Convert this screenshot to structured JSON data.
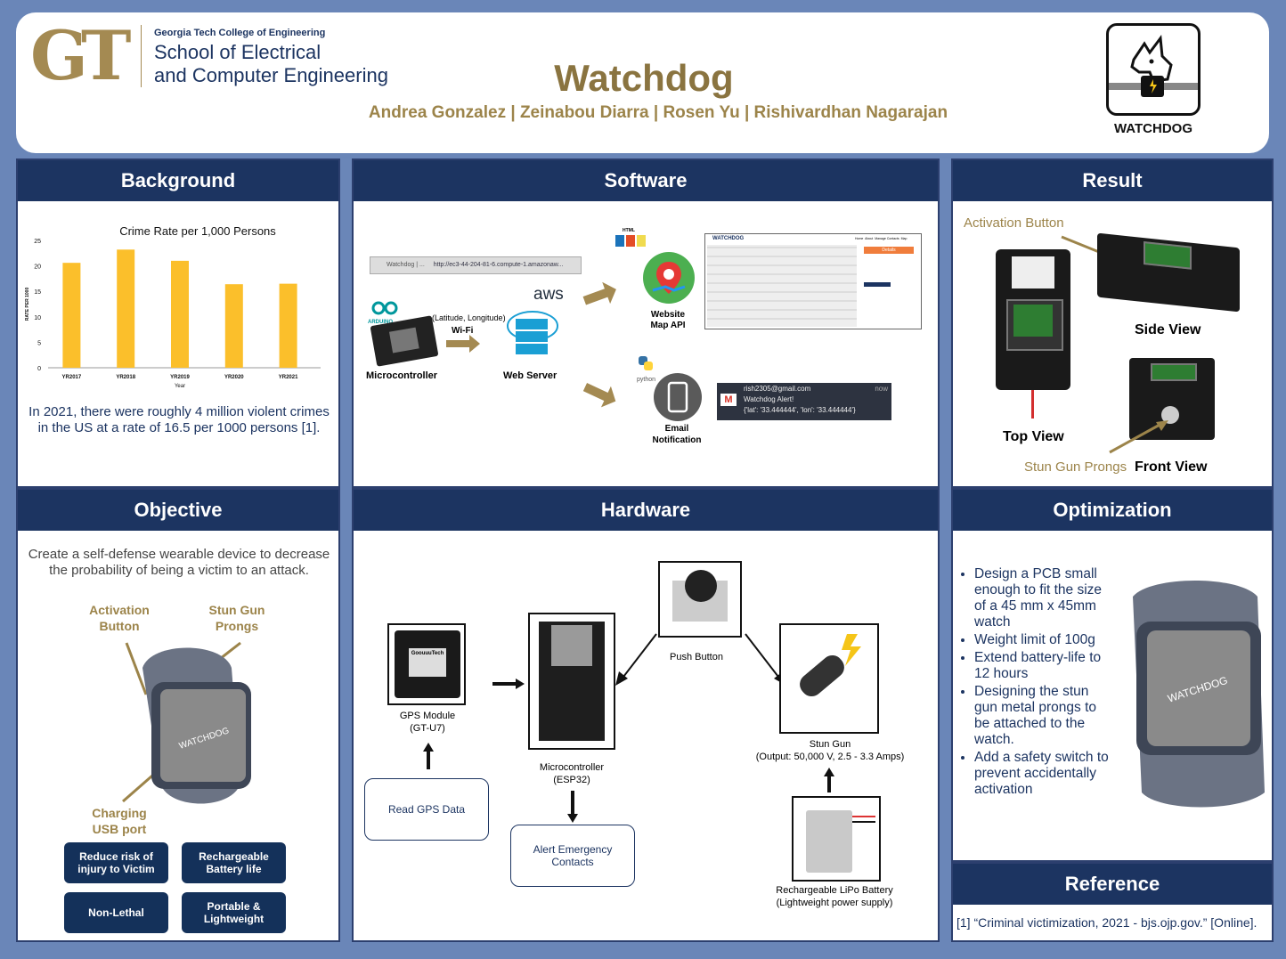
{
  "header": {
    "college": "Georgia Tech College of Engineering",
    "school_line1": "School of Electrical",
    "school_line2": "and Computer Engineering",
    "logo_letters": "GT",
    "title": "Watchdog",
    "authors": "Andrea Gonzalez | Zeinabou Diarra | Rosen Yu | Rishivardhan Nagarajan",
    "brand_label": "WATCHDOG"
  },
  "background": {
    "title": "Background",
    "text": "In 2021, there were roughly 4 million violent crimes in the US at a rate of 16.5 per 1000 persons [1]."
  },
  "chart_data": {
    "type": "bar",
    "title": "Crime Rate per 1,000 Persons",
    "xlabel": "Year",
    "ylabel": "RATE PER 1000",
    "categories": [
      "YR2017",
      "YR2018",
      "YR2019",
      "YR2020",
      "YR2021"
    ],
    "values": [
      20.6,
      23.2,
      21.0,
      16.4,
      16.5
    ],
    "ylim": [
      0,
      25
    ],
    "yticks": [
      0,
      5,
      10,
      15,
      20,
      25
    ],
    "color": "#fbbf2b"
  },
  "objective": {
    "title": "Objective",
    "text": "Create a self-defense wearable device to decrease the probability of being a victim to an attack.",
    "label_activation": "Activation Button",
    "label_prongs": "Stun Gun Prongs",
    "label_usb": "Charging USB port",
    "watch_text": "WATCHDOG",
    "pills": [
      "Reduce risk of injury to Victim",
      "Rechargeable Battery life",
      "Non-Lethal",
      "Portable & Lightweight"
    ]
  },
  "software": {
    "title": "Software",
    "browser_tab": "Watchdog | ...",
    "browser_url": "http://ec3-44-204-81-6.compute-1.amazonaw...",
    "arduino": "ARDUINO",
    "microcontroller": "Microcontroller",
    "latlon": "(Latitude, Longitude)",
    "wifi": "Wi-Fi",
    "aws": "aws",
    "web_server": "Web Server",
    "html5": "HTML",
    "website_line1": "Website",
    "website_line2": "Map API",
    "map_brand": "WATCHDOG",
    "map_nav": [
      "Home",
      "About",
      "Manage Contacts",
      "Map"
    ],
    "map_details": "Details",
    "python": "python",
    "email_line1": "Email",
    "email_line2": "Notification",
    "email_from": "rish2305@gmail.com",
    "email_time": "now",
    "email_subject": "Watchdog Alert!",
    "email_body": "{'lat': '33.444444', 'lon': '33.444444'}"
  },
  "hardware": {
    "title": "Hardware",
    "gps_line1": "GPS Module",
    "gps_line2": "(GT-U7)",
    "gps_chip": "GoouuuTech",
    "read_gps": "Read GPS Data",
    "mcu_line1": "Microcontroller",
    "mcu_line2": "(ESP32)",
    "alert_line1": "Alert Emergency",
    "alert_line2": "Contacts",
    "push": "Push Button",
    "stun_line1": "Stun Gun",
    "stun_line2": "(Output: 50,000 V, 2.5 - 3.3 Amps)",
    "battery_line1": "Rechargeable LiPo Battery",
    "battery_line2": "(Lightweight power supply)"
  },
  "result": {
    "title": "Result",
    "activation": "Activation Button",
    "side_view": "Side View",
    "top_view": "Top View",
    "front_view": "Front View",
    "prongs": "Stun Gun Prongs"
  },
  "optimization": {
    "title": "Optimization",
    "items": [
      "Design a PCB small enough to fit the size of a 45 mm x 45mm watch",
      "Weight limit of 100g",
      "Extend battery-life to 12 hours",
      "Designing the stun gun metal prongs to be attached to the watch.",
      "Add a safety switch to prevent accidentally activation"
    ],
    "watch_text": "WATCHDOG"
  },
  "reference": {
    "title": "Reference",
    "text": "[1] “Criminal victimization, 2021 - bjs.ojp.gov.” [Online]."
  }
}
